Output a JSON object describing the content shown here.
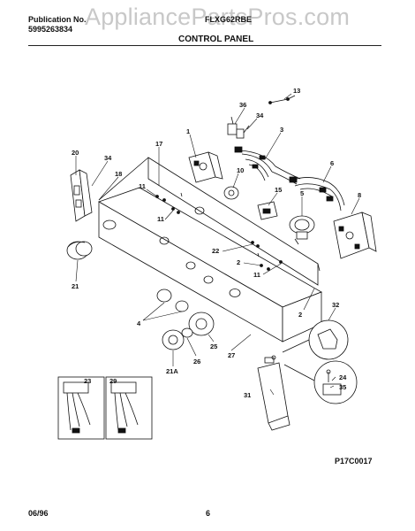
{
  "header": {
    "publication_label": "Publication No.",
    "publication_number": "5995263834",
    "model_code": "FLXG62RBE",
    "section_title": "CONTROL PANEL",
    "watermark": "AppliancePartsPros.com"
  },
  "footer": {
    "date_code": "06/96",
    "page_number": "6",
    "diagram_id": "P17C0017"
  },
  "callouts": [
    "13",
    "36",
    "34",
    "3",
    "1",
    "17",
    "20",
    "34",
    "18",
    "10",
    "6",
    "11",
    "15",
    "5",
    "8",
    "11",
    "22",
    "2",
    "21",
    "11",
    "2",
    "32",
    "4",
    "27",
    "25",
    "26",
    "21A",
    "24",
    "35",
    "23",
    "29",
    "31"
  ]
}
